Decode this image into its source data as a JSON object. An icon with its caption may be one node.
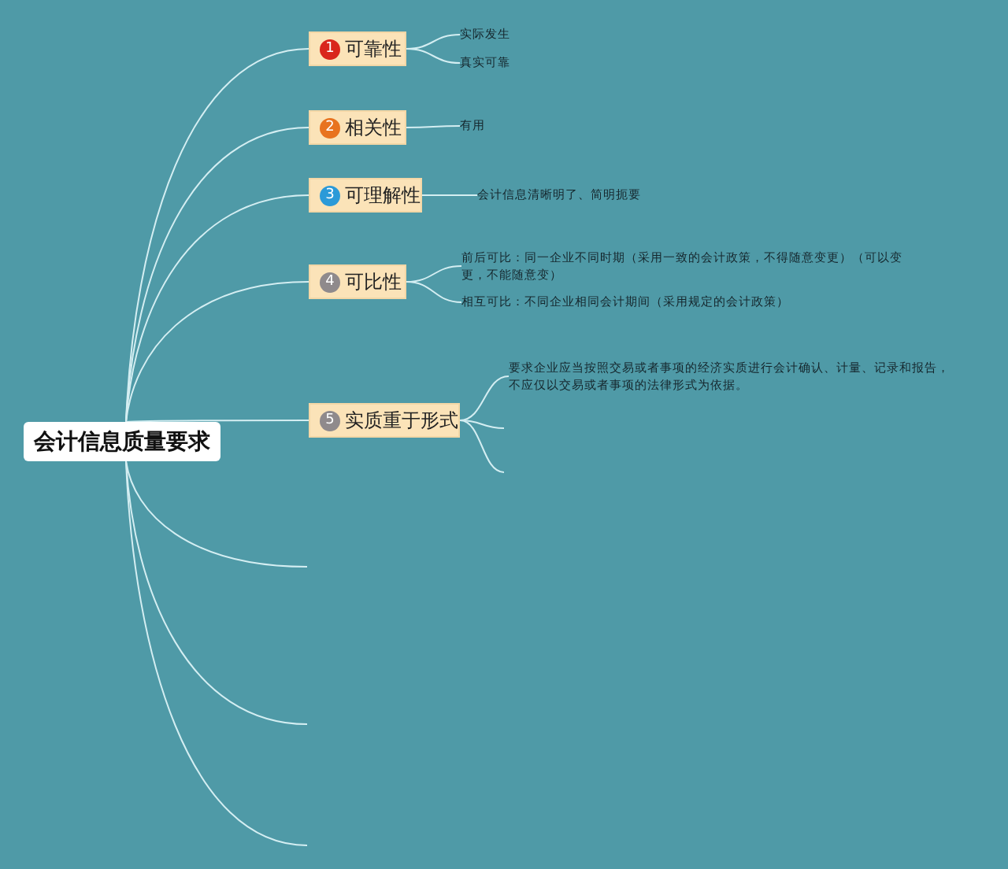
{
  "diagram": {
    "nodes": [
      {
        "text": [
          "会计信息质量要求"
        ]
      },
      {
        "text": [
          "1",
          "可靠性"
        ]
      },
      {
        "text": [
          "实际发生"
        ]
      },
      {
        "text": [
          "真实可靠"
        ]
      },
      {
        "text": [
          "2",
          "相关性"
        ]
      },
      {
        "text": [
          "有用"
        ]
      },
      {
        "text": [
          "3",
          "可理解性"
        ]
      },
      {
        "text": [
          "会计信息清晰明了、简明扼要"
        ]
      },
      {
        "text": [
          "4",
          "可比性"
        ]
      },
      {
        "text": [
          "前后可比：同一企业不同时期（采用一致的会计政策，不得随意变更）（可以变更，不能随意变）"
        ]
      },
      {
        "text": [
          "相互可比：不同企业相同会计期间（采用规定的会计政策）"
        ]
      },
      {
        "text": [
          "5",
          "实质重于形式"
        ]
      },
      {
        "text": [
          "要求企业应当按照交易或者事项的经济实质进行会计确认、计量、记录和报告，不应仅以交易或者事项的法律形式为依据。"
        ]
      }
    ],
    "edges": [
      {
        "from": 0,
        "to": 1,
        "arrow": "none"
      },
      {
        "from": 0,
        "to": 4,
        "arrow": "none"
      },
      {
        "from": 0,
        "to": 6,
        "arrow": "none"
      },
      {
        "from": 0,
        "to": 8,
        "arrow": "none"
      },
      {
        "from": 0,
        "to": 11,
        "arrow": "none"
      },
      {
        "from": 0,
        "to": null,
        "arrow": "none"
      },
      {
        "from": 0,
        "to": null,
        "arrow": "none"
      },
      {
        "from": 0,
        "to": null,
        "arrow": "none"
      },
      {
        "from": 1,
        "to": 2,
        "arrow": "none"
      },
      {
        "from": 1,
        "to": 3,
        "arrow": "none"
      },
      {
        "from": 4,
        "to": 5,
        "arrow": "none"
      },
      {
        "from": 6,
        "to": 7,
        "arrow": "none"
      },
      {
        "from": 8,
        "to": 9,
        "arrow": "none"
      },
      {
        "from": 8,
        "to": 10,
        "arrow": "none"
      },
      {
        "from": 11,
        "to": 12,
        "arrow": "none"
      },
      {
        "from": 11,
        "to": null,
        "arrow": "none"
      },
      {
        "from": 11,
        "to": null,
        "arrow": "none"
      }
    ]
  }
}
